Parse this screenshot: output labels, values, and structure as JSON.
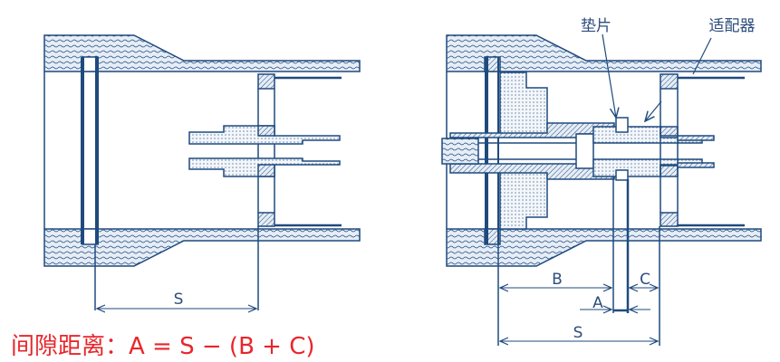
{
  "colors": {
    "line": "#1f4a7e",
    "fill_light": "#e6edf6",
    "formula": "#e8262b"
  },
  "left_diagram": {
    "dimension_s": "S"
  },
  "right_diagram": {
    "callout_shim": "垫片",
    "callout_adapter": "适配器",
    "dimension_b": "B",
    "dimension_a": "A",
    "dimension_c": "C",
    "dimension_s": "S"
  },
  "formula": "间隙距离：A = S − (B + C)"
}
